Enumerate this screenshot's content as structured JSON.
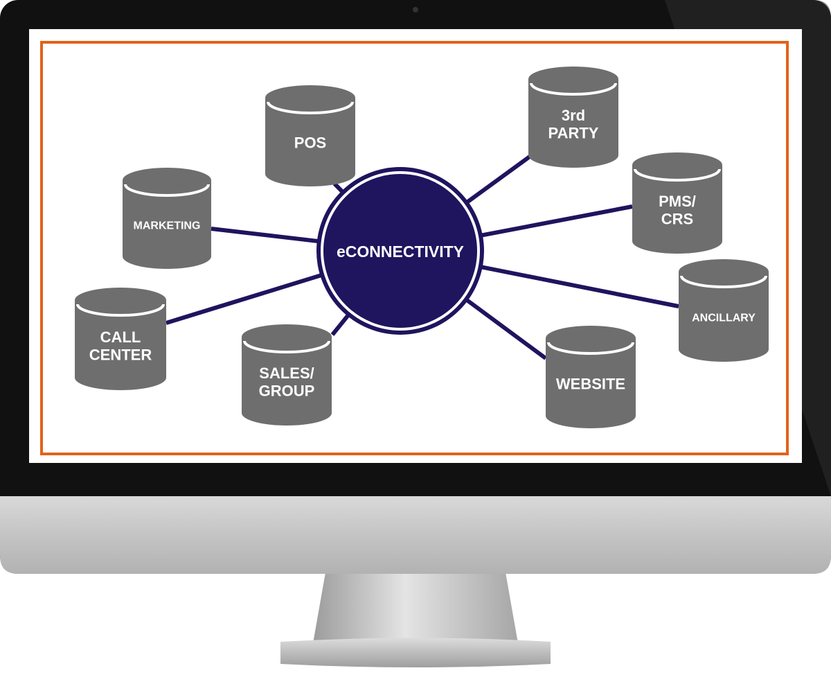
{
  "hub": {
    "label": "eCONNECTIVITY",
    "color": "#1f145e",
    "ring_color": "#ffffff"
  },
  "nodes": [
    {
      "id": "pos",
      "lines": [
        "POS"
      ]
    },
    {
      "id": "third-party",
      "lines": [
        "3rd",
        "PARTY"
      ]
    },
    {
      "id": "marketing",
      "lines": [
        "MARKETING"
      ]
    },
    {
      "id": "pms-crs",
      "lines": [
        "PMS/",
        "CRS"
      ]
    },
    {
      "id": "ancillary",
      "lines": [
        "ANCILLARY"
      ]
    },
    {
      "id": "call-center",
      "lines": [
        "CALL",
        "CENTER"
      ]
    },
    {
      "id": "sales-group",
      "lines": [
        "SALES/",
        "GROUP"
      ]
    },
    {
      "id": "website",
      "lines": [
        "WEBSITE"
      ]
    }
  ],
  "colors": {
    "frame_border": "#e2621c",
    "connector": "#1f145e",
    "cylinder_body": "#6e6e6e",
    "cylinder_edge": "#ffffff",
    "monitor_bezel": "#111111",
    "monitor_chin": "#c9c9c9",
    "stand": "#bdbdbd"
  }
}
